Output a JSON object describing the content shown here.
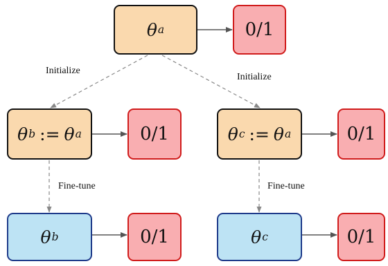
{
  "colors": {
    "param_fill": "#fad9ae",
    "tuned_fill": "#bde3f4",
    "output_fill": "#f9aeb1",
    "output_border": "#d01c1c",
    "tuned_border": "#1e3a8a",
    "arrow": "#555555",
    "dashed_arrow": "#888888"
  },
  "nodes": {
    "theta_a": {
      "symbol": "θ",
      "subscript": "a"
    },
    "theta_b_init": {
      "symbol": "θ",
      "subscript": "b",
      "assign": ":=",
      "symbol2": "θ",
      "subscript2": "a"
    },
    "theta_c_init": {
      "symbol": "θ",
      "subscript": "c",
      "assign": ":=",
      "symbol2": "θ",
      "subscript2": "a"
    },
    "theta_b_tuned": {
      "symbol": "θ",
      "subscript": "b"
    },
    "theta_c_tuned": {
      "symbol": "θ",
      "subscript": "c"
    },
    "out_a": {
      "text": "0/1"
    },
    "out_b_init": {
      "text": "0/1"
    },
    "out_c_init": {
      "text": "0/1"
    },
    "out_b_tuned": {
      "text": "0/1"
    },
    "out_c_tuned": {
      "text": "0/1"
    }
  },
  "edge_labels": {
    "initialize_left": "Initialize",
    "initialize_right": "Initialize",
    "finetune_left": "Fine-tune",
    "finetune_right": "Fine-tune"
  }
}
